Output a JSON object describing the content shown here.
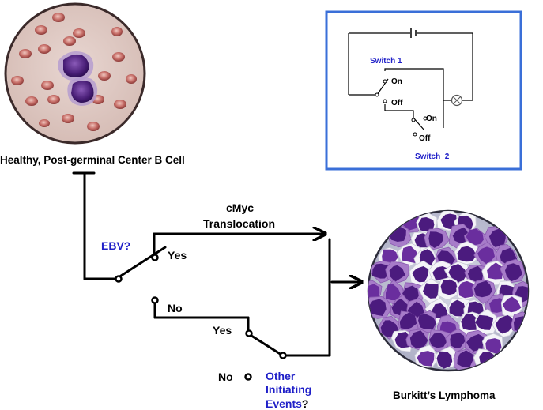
{
  "healthy_cell": {
    "caption": "Healthy, Post-germinal Center B Cell"
  },
  "lymphoma": {
    "caption": "Burkitt’s Lymphoma"
  },
  "pathway": {
    "cmyc_line1": "cMyc",
    "cmyc_line2": "Translocation",
    "ebv_label": "EBV?",
    "yes_upper": "Yes",
    "no_upper": "No",
    "yes_lower": "Yes",
    "no_lower": "No",
    "other_line1": "Other",
    "other_line2": "Initiating",
    "other_line3_blue": "Events",
    "other_line3_black": "?"
  },
  "switch_inset": {
    "switch1_label": "Switch 1",
    "switch2_label": "Switch  2",
    "on1": "On",
    "off1": "Off",
    "on2": "On",
    "off2": "Off"
  },
  "colors": {
    "highlight_blue": "#1f1fc8",
    "inset_border": "#3a6fd8",
    "healthy_bg": "#e6cfc8",
    "rbc": "#b85f5a",
    "cell_purple": "#5e2a8c"
  }
}
